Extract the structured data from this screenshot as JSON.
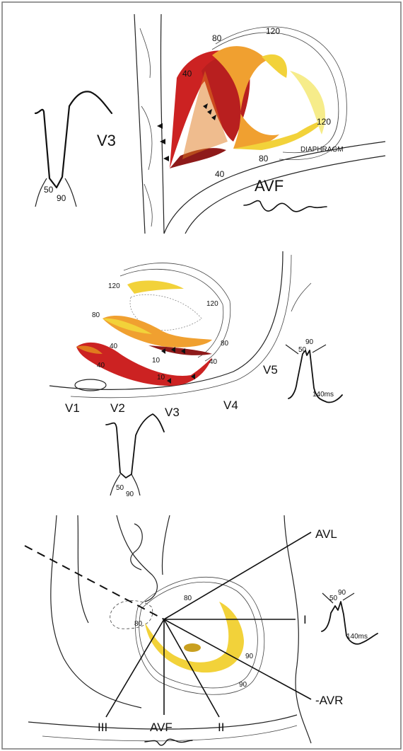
{
  "panel_top": {
    "lead_v3": "V3",
    "lead_avf": "AVF",
    "diaphragm": "DIAPHRAGM",
    "isochrones": [
      "40",
      "80",
      "120",
      "120",
      "80",
      "40"
    ],
    "trace_marks": [
      "50",
      "90"
    ]
  },
  "panel_middle": {
    "isochrones": [
      "120",
      "120",
      "80",
      "80",
      "40",
      "40",
      "10",
      "10",
      "40"
    ],
    "leads": [
      "V1",
      "V2",
      "V3",
      "V4",
      "V5"
    ],
    "trace_v5_marks": [
      "50",
      "90"
    ],
    "trace_v5_duration": "140ms",
    "trace_v3_marks": [
      "50",
      "90"
    ]
  },
  "panel_bottom": {
    "axes": [
      "AVL",
      "I",
      "-AVR",
      "II",
      "AVF",
      "III"
    ],
    "isochrones": [
      "80",
      "80",
      "90",
      "90"
    ],
    "trace_marks": [
      "50",
      "90"
    ],
    "trace_duration": "140ms"
  },
  "colors": {
    "red_dark": "#8e1a1a",
    "red": "#cc2222",
    "orange": "#e07a1e",
    "orange_light": "#f0a030",
    "yellow": "#f2d23a",
    "yellow_pale": "#f6ec8a"
  }
}
